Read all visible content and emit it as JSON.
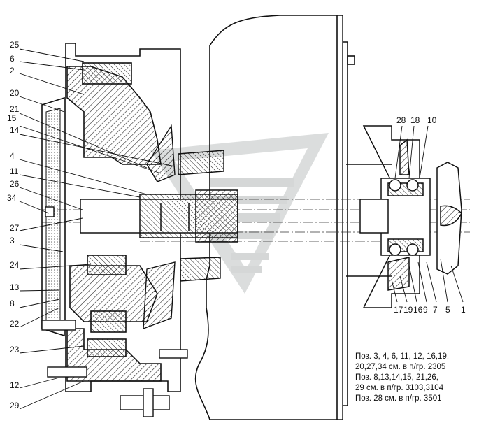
{
  "left_labels": [
    "25",
    "6",
    "2",
    "20",
    "21",
    "15",
    "14",
    "4",
    "11",
    "26",
    "34",
    "27",
    "3",
    "24",
    "13",
    "8",
    "22",
    "23",
    "12",
    "29"
  ],
  "top_right_labels": [
    "28",
    "18",
    "10"
  ],
  "bottom_right_labels": [
    "17",
    "19",
    "16",
    "9",
    "7",
    "5",
    "1"
  ],
  "notes": [
    "Поз. 3, 4, 6, 11, 12, 16,19,",
    "20,27,34 см. в п/гр. 2305",
    "Поз. 8,13,14,15, 21,26,",
    "29 см. в п/гр. 3103,3104",
    "Поз. 28 см. в п/гр. 3501"
  ]
}
